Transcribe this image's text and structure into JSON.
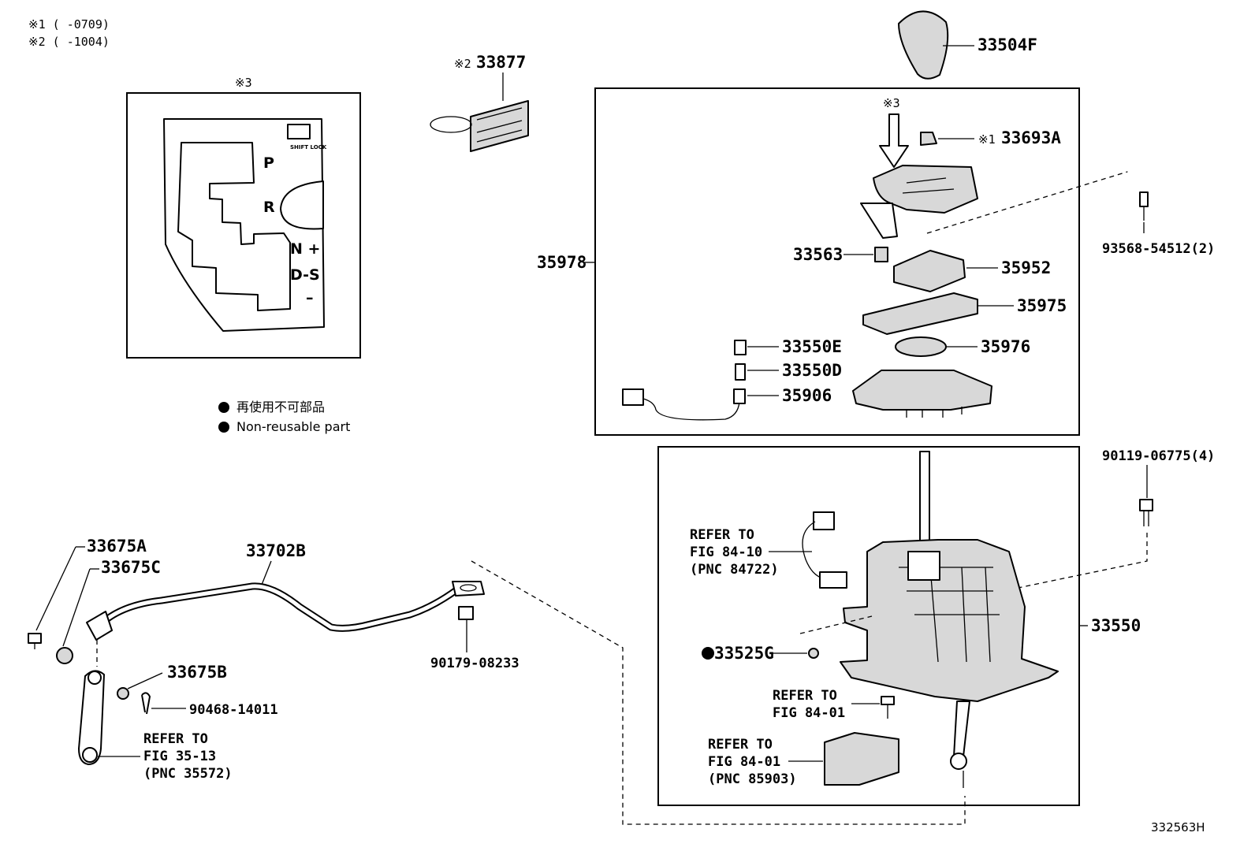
{
  "notes": {
    "note1": "※1 (      -0709)",
    "note2": "※2 (      -1004)"
  },
  "gate_plate": {
    "label": "※3",
    "positions": [
      "P",
      "R",
      "N +",
      "D-S",
      "–"
    ],
    "shift_lock_label": "SHIFT LOCK"
  },
  "legend": {
    "jp": "再使用不可部品",
    "en": "Non-reusable part"
  },
  "parts": {
    "p33877": "33877",
    "p33877_prefix": "※2",
    "p33504F": "33504F",
    "p33693A": "33693A",
    "p33693A_prefix": "※1",
    "arrow_label": "※3",
    "p35978": "35978",
    "p93568": "93568-54512(2)",
    "p33563": "33563",
    "p35952": "35952",
    "p35975": "35975",
    "p33550E": "33550E",
    "p35976": "35976",
    "p33550D": "33550D",
    "p35906": "35906",
    "p90119": "90119-06775(4)",
    "p33550": "33550",
    "p33525G": "33525G",
    "p33675A": "33675A",
    "p33675C": "33675C",
    "p33702B": "33702B",
    "p90179": "90179-08233",
    "p33675B": "33675B",
    "p90468": "90468-14011"
  },
  "refs": {
    "fig84_10": [
      "REFER TO",
      "FIG 84-10",
      "(PNC 84722)"
    ],
    "fig84_01a": [
      "REFER TO",
      "FIG 84-01"
    ],
    "fig84_01b": [
      "REFER TO",
      "FIG 84-01",
      "(PNC 85903)"
    ],
    "fig35_13": [
      "REFER TO",
      "FIG 35-13",
      "(PNC 35572)"
    ]
  },
  "diagram_code": "332563H"
}
